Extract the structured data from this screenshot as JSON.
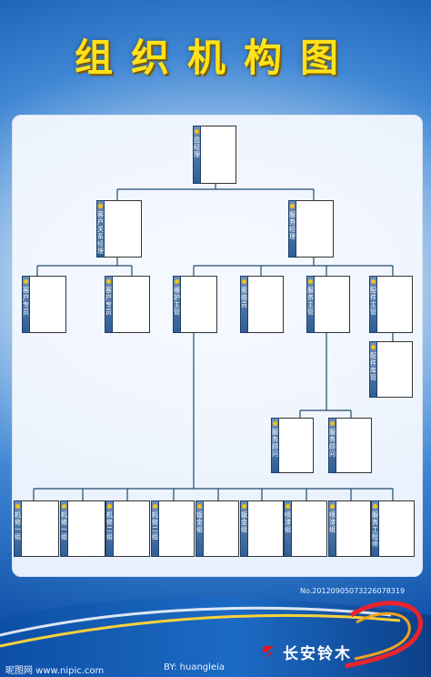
{
  "title": "组织机构图",
  "boxes": {
    "gm": "总经理",
    "crm": "客户关系经理",
    "svc_mgr": "服务经理",
    "cs1": "客户专员",
    "cs2": "客户专员",
    "maint": "维护主管",
    "claim": "索赔员",
    "svc_sup": "服务主管",
    "parts_sup": "配件主管",
    "parts_store": "配件库管",
    "advisor1": "服务顾问",
    "advisor2": "服务顾问",
    "g1": "机修一组",
    "g2": "机修一组",
    "g3": "机修二组",
    "g4": "机修二组",
    "g5": "钣金组",
    "g6": "钣金组",
    "g7": "喷漆组",
    "g8": "喷漆组",
    "g9": "服务工程师"
  },
  "footer": {
    "site": "昵图网 www.nipic.com",
    "by": "BY: huangleia",
    "no": "No.20120905073226078319",
    "brand": "长安铃木"
  }
}
